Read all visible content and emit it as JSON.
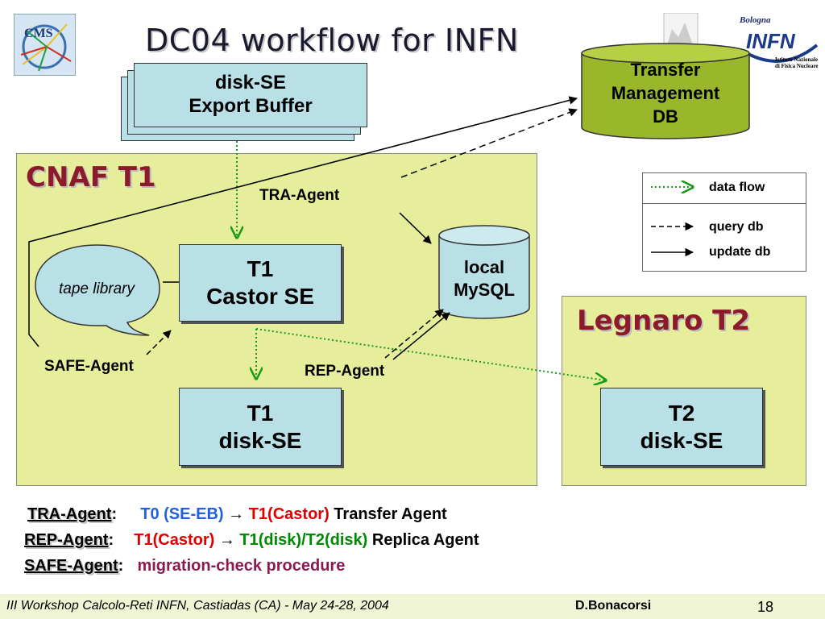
{
  "title": "DC04 workflow for INFN",
  "logos": {
    "cms": "CMS",
    "infn_city": "Bologna",
    "infn": "INFN",
    "infn_sub1": "Istituto Nazionale",
    "infn_sub2": "di Fisica Nucleare"
  },
  "nodes": {
    "export_buffer_line1": "disk-SE",
    "export_buffer_line2": "Export Buffer",
    "tmdb_line1": "Transfer",
    "tmdb_line2": "Management",
    "tmdb_line3": "DB",
    "cnaf_title": "CNAF T1",
    "tra_agent": "TRA-Agent",
    "tape_library": "tape library",
    "castor_line1": "T1",
    "castor_line2": "Castor SE",
    "mysql_line1": "local",
    "mysql_line2": "MySQL",
    "safe_agent": "SAFE-Agent",
    "rep_agent": "REP-Agent",
    "t1disk_line1": "T1",
    "t1disk_line2": "disk-SE",
    "legnaro_title": "Legnaro T2",
    "t2disk_line1": "T2",
    "t2disk_line2": "disk-SE"
  },
  "legend": {
    "data_flow": "data flow",
    "query_db": "query db",
    "update_db": "update db"
  },
  "descriptions": {
    "tra": {
      "name": "TRA-Agent",
      "colon": ":",
      "from": "T0",
      "from_paren": "(SE-EB)",
      "arrow": "→",
      "to": "T1(Castor)",
      "text": "Transfer Agent"
    },
    "rep": {
      "name": "REP-Agent",
      "colon": ":",
      "from": "T1(Castor)",
      "arrow": "→",
      "to": "T1(disk)/T2(disk)",
      "text": "Replica Agent"
    },
    "safe": {
      "name": "SAFE-Agent",
      "colon": ":",
      "text": "migration-check procedure"
    }
  },
  "footer": {
    "left": "III Workshop Calcolo-Reti INFN, Castiadas (CA) - May 24-28, 2004",
    "author": "D.Bonacorsi",
    "page": "18"
  },
  "colors": {
    "region_fill": "#e6ee9c",
    "box_fill": "#b8e0e6",
    "db_fill": "#9ab62a",
    "title_red": "#8b1a2b",
    "data_flow": "#1a9a1a"
  }
}
